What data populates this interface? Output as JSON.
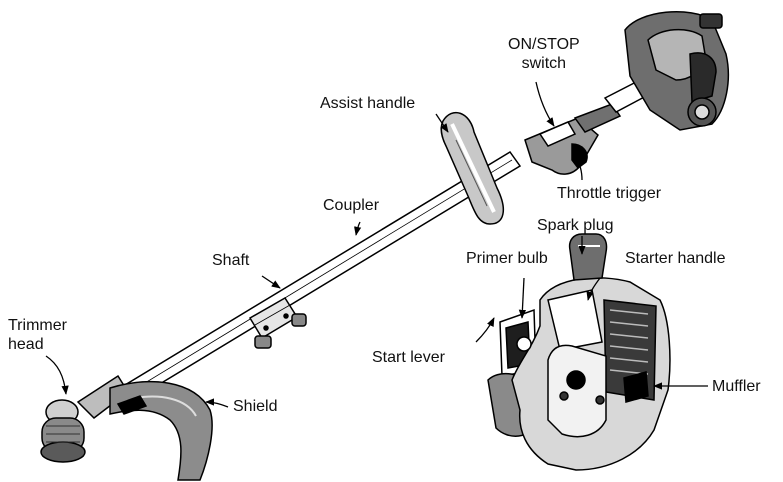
{
  "labels": {
    "on_stop_line1": "ON/STOP",
    "on_stop_line2": "switch",
    "assist_handle": "Assist handle",
    "throttle_trigger": "Throttle trigger",
    "coupler": "Coupler",
    "spark_plug": "Spark plug",
    "shaft": "Shaft",
    "primer_bulb": "Primer bulb",
    "starter_handle": "Starter handle",
    "trimmer_line1": "Trimmer",
    "trimmer_line2": "head",
    "start_lever": "Start lever",
    "shield": "Shield",
    "muffler": "Muffler"
  }
}
